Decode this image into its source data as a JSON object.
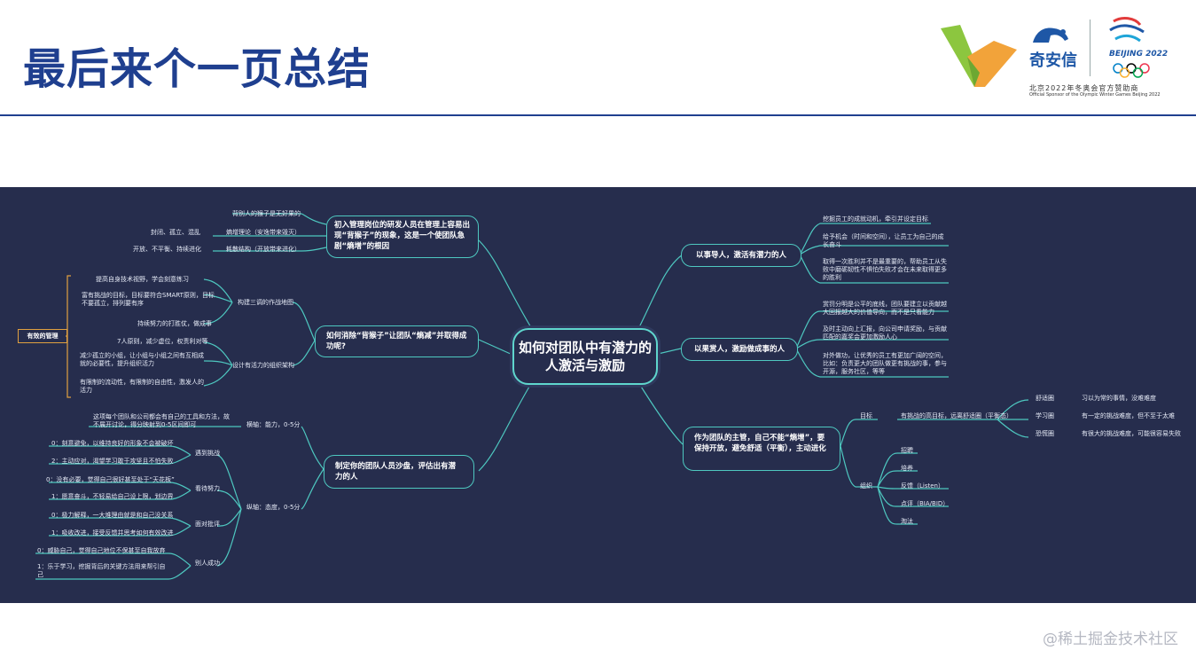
{
  "title": "最后来个一页总结",
  "logo": {
    "brand": "奇安信",
    "beijing": "BEIJING 2022",
    "sponsor_cn": "北京2022年冬奥会官方赞助商",
    "sponsor_en": "Official Sponsor of the Olympic Winter Games Beijing 2022"
  },
  "watermark": "@稀土掘金技术社区",
  "mindmap": {
    "center": "如何对团队中有潜力的人激活与激励",
    "left1": {
      "title": "初入管理岗位的研发人员在管理上容易出现“背猴子”的现象，这是一个使团队急剧“熵增”的根因",
      "items": [
        "背别人的猴子是无好果的",
        "熵增理论（安逸带来毁灭）",
        "耗散结构（开放带来进化）"
      ],
      "notes": [
        "封闭、孤立、混乱",
        "开放、不平衡、持续进化"
      ]
    },
    "left2": {
      "title": "如何消除“背猴子”让团队“熵减”并取得成功呢?",
      "branch_a": "构建三调的作战地图",
      "branch_a_items": [
        "提高自身技术视野，学会刻意练习",
        "富有挑战的目标，目标要符合SMART原则，目标不要孤立，排列要有序",
        "持续努力的打胜仗，做成事"
      ],
      "branch_b": "设计有活力的组织架构",
      "branch_b_items": [
        "7人原则，减少虚位，权责利对等",
        "减少孤立的小组，让小组与小组之间有互相成就的必要性，提升组织活力",
        "有限制的流动性，有限制的自由性，激发人的活力"
      ],
      "tag": "有效的管理"
    },
    "left3": {
      "title": "制定你的团队人员沙盘，评估出有潜力的人",
      "ability": "横轴：能力，0-5分",
      "ability_note": "这项每个团队和公司都会有自己的工具和方法，故不展开讨论，得分映射到0-5区间即可",
      "attitude": "纵轴：态度，0-5分",
      "groups": [
        {
          "name": "遇到挑战",
          "items": [
            "0：刻意避免，以维持良好的形象不会被破坏",
            "2：主动应对，渴望学习敢于攻坚且不怕失败"
          ]
        },
        {
          "name": "看待努力",
          "items": [
            "0：没有必要，觉得自己很好甚至处于“天花板”",
            "1：愿意奋斗，不轻易给自己设上限，划边界"
          ]
        },
        {
          "name": "面对批评",
          "items": [
            "0：极力解释，一大堆理由就是和自己没关系",
            "1：吸收改进，接受反馈并思考如何有效改进"
          ]
        },
        {
          "name": "别人成功",
          "items": [
            "0：威胁自己，觉得自己地位不保甚至自我放弃",
            "1：乐于学习，挖掘背后的关键方法用来帮引自己"
          ]
        }
      ]
    },
    "right1": {
      "title": "以事导人，激活有潜力的人",
      "items": [
        "挖掘员工的成就动机，牵引并设定目标",
        "给予机会（时间和空间），让员工为自己的成长奋斗",
        "取得一次胜利并不是最重要的，帮助员工从失败中磨砺韧性不惧怕失败才会在未来取得更多的胜利"
      ]
    },
    "right2": {
      "title": "以果赏人，激励做成事的人",
      "items": [
        "赏罚分明是公平的底线，团队要建立以贡献越大回报越大的价值导向，而不是只看能力",
        "及时主动向上汇报，向公司申请奖励，与贡献匹配的嘉奖会更加激励人心",
        "对外做功，让优秀的员工有更加广阔的空间，比如：负责更大的团队做更有挑战的事，参与开源，服务社区，等等"
      ]
    },
    "right3": {
      "title": "作为团队的主管，自己不能“熵增”，要保持开放，避免舒适（平衡），主动进化",
      "goal": "目标",
      "goal_item": "有挑战的高目标，远离舒适圈（平衡态）",
      "zones": [
        {
          "name": "舒适圈",
          "desc": "习以为常的事情，没难难度"
        },
        {
          "name": "学习圈",
          "desc": "有一定的挑战难度，但不至于太难"
        },
        {
          "name": "恐慌圈",
          "desc": "有很大的挑战难度，可能很容易失败"
        }
      ],
      "org": "组织",
      "org_items": [
        "招聘",
        "培养",
        "反馈（Listen）",
        "点评（BIA/BID）",
        "淘汰"
      ]
    }
  }
}
